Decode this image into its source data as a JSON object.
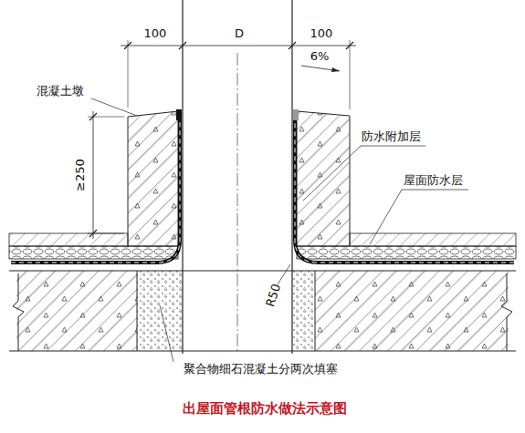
{
  "diagram": {
    "title": "出屋面管根防水做法示意图",
    "labels": [
      "100",
      "D",
      "100",
      "6%",
      "混凝土墩",
      "≥250",
      "防水附加层",
      "屋面防水层",
      "R50",
      "聚合物细石混凝土分两次填塞"
    ]
  }
}
